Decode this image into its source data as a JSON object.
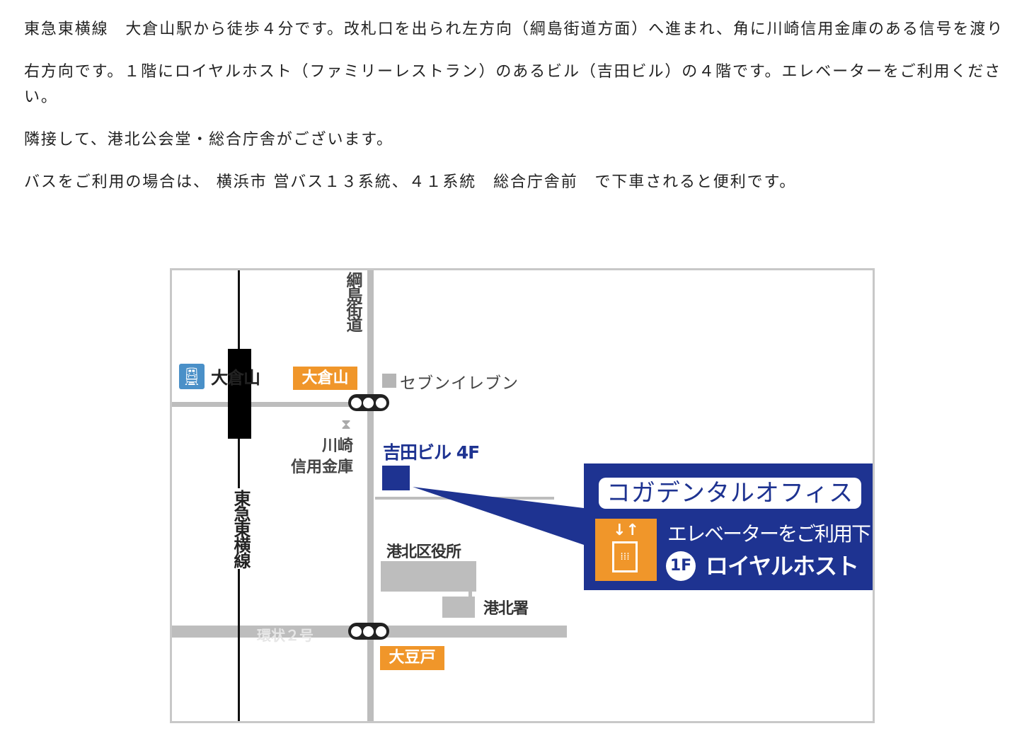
{
  "access_text": {
    "paragraphs": [
      "東急東横線　大倉山駅から徒歩４分です。改札口を出られ左方向（綱島街道方面）へ進まれ、角に川崎信用金庫のある信号を渡り",
      "右方向です。１階にロイヤルホスト（ファミリーレストラン）のあるビル（吉田ビル）の４階です。エレベーターをご利用ください。",
      "隣接して、港北公会堂・総合庁舎がございます。",
      "バスをご利用の場合は、 横浜市 営バス１３系統、４１系統　総合庁舎前　で下車されると便利です。"
    ]
  },
  "map": {
    "station_name": "大倉山",
    "station_icon": "train-icon",
    "intersection_okurayama": "大倉山",
    "intersection_mamedo": "大豆戸",
    "road_tsunashima": "綱島街道",
    "railway_line": "東急東横線",
    "seven_eleven": "セブンイレブン",
    "bank": "川崎\n信用金庫",
    "bank_line1": "川崎",
    "bank_line2": "信用金庫",
    "building": "吉田ビル 4F",
    "ward_office": "港北区役所",
    "police": "港北署",
    "ring_road": "環状２号",
    "clinic_name": "コガデンタルオフィス",
    "elevator_note": "エレベーターをご利用下さい。",
    "floor_badge": "1F",
    "first_floor_tenant": "ロイヤルホスト",
    "colors": {
      "navy": "#1e3391",
      "orange": "#f0962a",
      "road": "#bdbdbd",
      "station_blue": "#4a90c8"
    }
  }
}
